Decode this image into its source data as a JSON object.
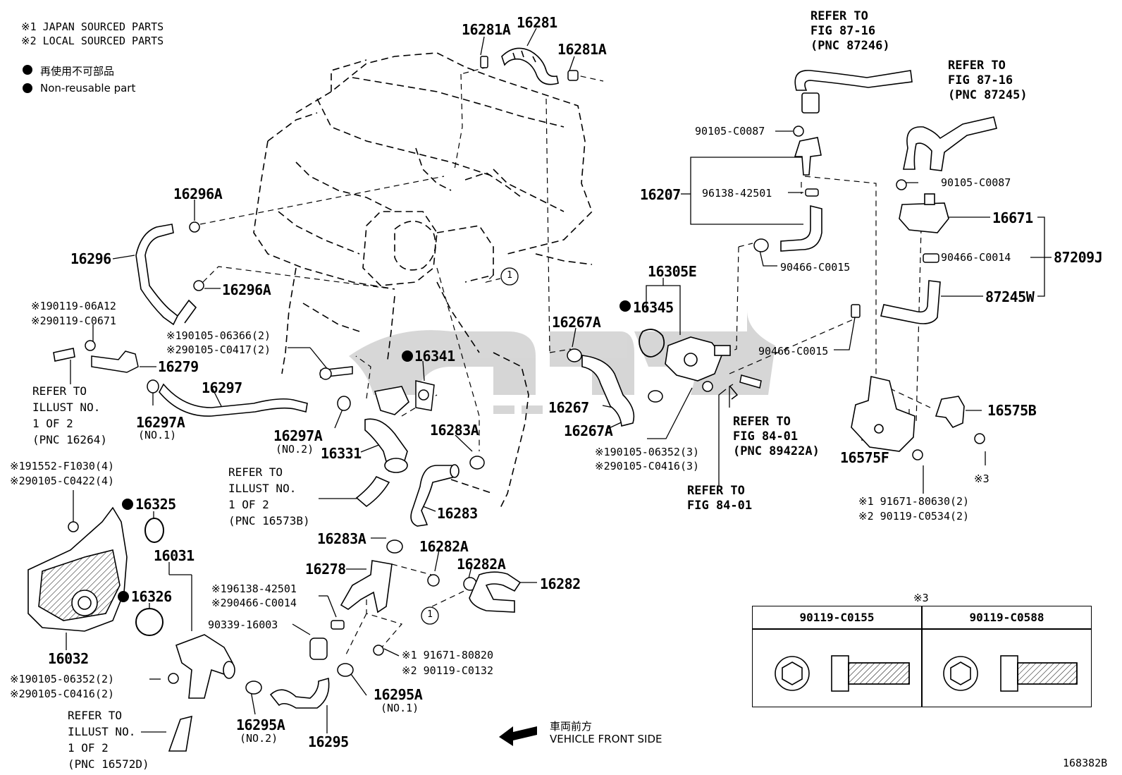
{
  "notes": {
    "japan": "※1  JAPAN SOURCED PARTS",
    "local": "※2  LOCAL SOURCED PARTS",
    "nonreuse_jp": "再使用不可部品",
    "nonreuse_en": "Non-reusable part"
  },
  "parts": {
    "p16281A_a": "16281A",
    "p16281": "16281",
    "p16281A_b": "16281A",
    "p16296A_a": "16296A",
    "p16296": "16296",
    "p16296A_b": "16296A",
    "p16279": "16279",
    "p16297": "16297",
    "p16297A_1": "16297A",
    "p16297A_1_sub": "(NO.1)",
    "p16297A_2": "16297A",
    "p16297A_2_sub": "(NO.2)",
    "p16341": "16341",
    "p16331": "16331",
    "p16283A_a": "16283A",
    "p16283": "16283",
    "p16283A_b": "16283A",
    "p16282A_a": "16282A",
    "p16282A_b": "16282A",
    "p16282": "16282",
    "p16278": "16278",
    "p16325": "16325",
    "p16031": "16031",
    "p16326": "16326",
    "p16032": "16032",
    "p16295A_1": "16295A",
    "p16295A_1_sub": "(NO.1)",
    "p16295A_2": "16295A",
    "p16295A_2_sub": "(NO.2)",
    "p16295": "16295",
    "p16207": "16207",
    "p16305E": "16305E",
    "p16345": "16345",
    "p16267A_a": "16267A",
    "p16267": "16267",
    "p16267A_b": "16267A",
    "p16671": "16671",
    "p87209J": "87209J",
    "p87245W": "87245W",
    "p16575B": "16575B",
    "p16575F": "16575F"
  },
  "small_parts": {
    "s90105_C0087_a": "90105-C0087",
    "s96138_42501": "96138-42501",
    "s90466_C0015_a": "90466-C0015",
    "s90105_C0087_b": "90105-C0087",
    "s90466_C0014": "90466-C0014",
    "s90466_C0015_b": "90466-C0015",
    "s190119_06A12": "※190119-06A12",
    "s290119_C0671": "※290119-C0671",
    "s190105_06366": "※190105-06366(2)",
    "s290105_C0417": "※290105-C0417(2)",
    "s191552_F1030": "※191552-F1030(4)",
    "s290105_C0422": "※290105-C0422(4)",
    "s196138_42501": "※196138-42501",
    "s290466_C0014": "※290466-C0014",
    "s90339_16003": "90339-16003",
    "s191671_80820": "※1 91671-80820",
    "s290119_C0132": "※2 90119-C0132",
    "s190105_06352a": "※190105-06352(2)",
    "s290105_C0416a": "※290105-C0416(2)",
    "s190105_06352b": "※190105-06352(3)",
    "s290105_C0416b": "※290105-C0416(3)",
    "s191671_80630": "※1 91671-80630(2)",
    "s290119_C0534": "※2 90119-C0534(2)",
    "s3": "※3"
  },
  "refs": {
    "ref_87_16_a": "REFER TO\nFIG 87-16\n(PNC 87246)",
    "ref_87_16_b": "REFER TO\nFIG 87-16\n(PNC 87245)",
    "ref_16264": "REFER TO\nILLUST NO.\n1 OF 2\n(PNC 16264)",
    "ref_16573B": "REFER TO\nILLUST NO.\n1 OF 2\n(PNC 16573B)",
    "ref_16572D": "REFER TO\nILLUST NO.\n1 OF 2\n(PNC 16572D)",
    "ref_84_01_a": "REFER TO\nFIG 84-01\n(PNC 89422A)",
    "ref_84_01_b": "REFER TO\nFIG 84-01"
  },
  "circle_refs": {
    "c1a": "1",
    "c1b": "1"
  },
  "front": {
    "jp": "車両前方",
    "en": "VEHICLE FRONT SIDE"
  },
  "table": {
    "mark": "※3",
    "col1": "90119-C0155",
    "col2": "90119-C0588"
  },
  "figure_id": "168382B"
}
